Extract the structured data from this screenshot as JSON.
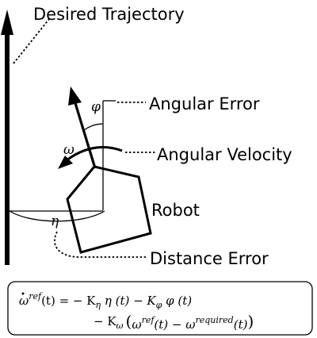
{
  "labels": {
    "desired_trajectory": "Desired Trajectory",
    "angular_error": "Angular Error",
    "angular_velocity": "Angular Velocity",
    "robot": "Robot",
    "distance_error": "Distance Error"
  },
  "symbols": {
    "phi": "φ",
    "omega": "ω",
    "eta": "η"
  },
  "equation": {
    "line1": {
      "lhs_symbol": "ω",
      "lhs_sup": "ref",
      "lhs_arg": "(t) = − K",
      "k_eta_sub": "η",
      "eta_term": " η (t) − K",
      "k_phi_sub": "φ",
      "phi_term": " φ (t)"
    },
    "line2": {
      "prefix": "− K",
      "k_omega_sub": "ω",
      "open": "(",
      "omega_a": "ω",
      "sup_ref": "ref",
      "mid": "(t) − ω",
      "sup_required": "required",
      "end": "(t)",
      "close": ")"
    }
  }
}
